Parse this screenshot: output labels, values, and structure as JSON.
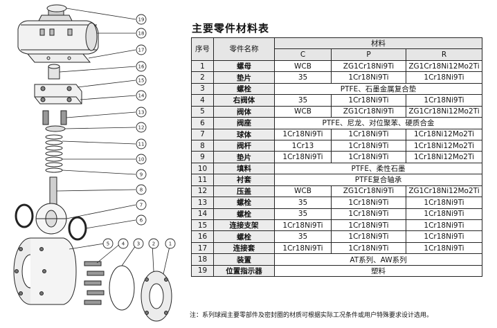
{
  "title": "主要零件材料表",
  "table": {
    "header": {
      "no": "序号",
      "name": "零件名称",
      "material": "材料",
      "c": "C",
      "p": "P",
      "r": "R"
    },
    "rows": [
      {
        "no": "1",
        "name": "螺母",
        "c": "WCB",
        "p": "ZG1Cr18Ni9Ti",
        "r": "ZG1Cr18Ni12Mo2Ti"
      },
      {
        "no": "2",
        "name": "垫片",
        "c": "35",
        "p": "1Cr18Ni9Ti",
        "r": "1Cr18Ni9Ti"
      },
      {
        "no": "3",
        "name": "螺栓",
        "span": "PTFE、石墨金属复合垫"
      },
      {
        "no": "4",
        "name": "右阀体",
        "c": "35",
        "p": "1Cr18Ni9Ti",
        "r": "1Cr18Ni9Ti"
      },
      {
        "no": "5",
        "name": "阀体",
        "c": "WCB",
        "p": "ZG1Cr18Ni9Ti",
        "r": "ZG1Cr18Ni12Mo2Ti"
      },
      {
        "no": "6",
        "name": "阀座",
        "span": "PTFE、尼龙、对位聚苯、硬质合金"
      },
      {
        "no": "7",
        "name": "球体",
        "c": "1Cr18Ni9Ti",
        "p": "1Cr18Ni9Ti",
        "r": "1Cr18Ni12Mo2Ti"
      },
      {
        "no": "8",
        "name": "阀杆",
        "c": "1Cr13",
        "p": "1Cr18Ni9Ti",
        "r": "1Cr18Ni12Mo2Ti"
      },
      {
        "no": "9",
        "name": "垫片",
        "c": "1Cr18Ni9Ti",
        "p": "1Cr18Ni9Ti",
        "r": "1Cr18Ni12Mo2Ti"
      },
      {
        "no": "10",
        "name": "填料",
        "span": "PTFE、柔性石墨"
      },
      {
        "no": "11",
        "name": "衬套",
        "span": "PTFE复合轴承"
      },
      {
        "no": "12",
        "name": "压盖",
        "c": "WCB",
        "p": "ZG1Cr18Ni9Ti",
        "r": "ZG1Cr18Ni12Mo2Ti"
      },
      {
        "no": "13",
        "name": "螺栓",
        "c": "35",
        "p": "1Cr18Ni9Ti",
        "r": "1Cr18Ni9Ti"
      },
      {
        "no": "14",
        "name": "螺栓",
        "c": "35",
        "p": "1Cr18Ni9Ti",
        "r": "1Cr18Ni9Ti"
      },
      {
        "no": "15",
        "name": "连接支架",
        "c": "1Cr18Ni9Ti",
        "p": "1Cr18Ni9Ti",
        "r": "1Cr18Ni9Ti"
      },
      {
        "no": "16",
        "name": "螺栓",
        "c": "35",
        "p": "1Cr18Ni9Ti",
        "r": "1Cr18Ni9Ti"
      },
      {
        "no": "17",
        "name": "连接套",
        "c": "1Cr18Ni9Ti",
        "p": "1Cr18Ni9Ti",
        "r": "1Cr18Ni9Ti"
      },
      {
        "no": "18",
        "name": "装置",
        "span": "AT系列、AW系列"
      },
      {
        "no": "19",
        "name": "位置指示器",
        "span": "塑料"
      }
    ]
  },
  "note": "注：系列球阀主要零部件及密封圈的材质可根据实际工况条件或用户特殊要求设计选用。",
  "diagram": {
    "callouts": [
      "19",
      "18",
      "17",
      "16",
      "15",
      "14",
      "13",
      "12",
      "11",
      "10",
      "9",
      "8",
      "7",
      "6",
      "5",
      "4",
      "3",
      "2",
      "1"
    ]
  }
}
